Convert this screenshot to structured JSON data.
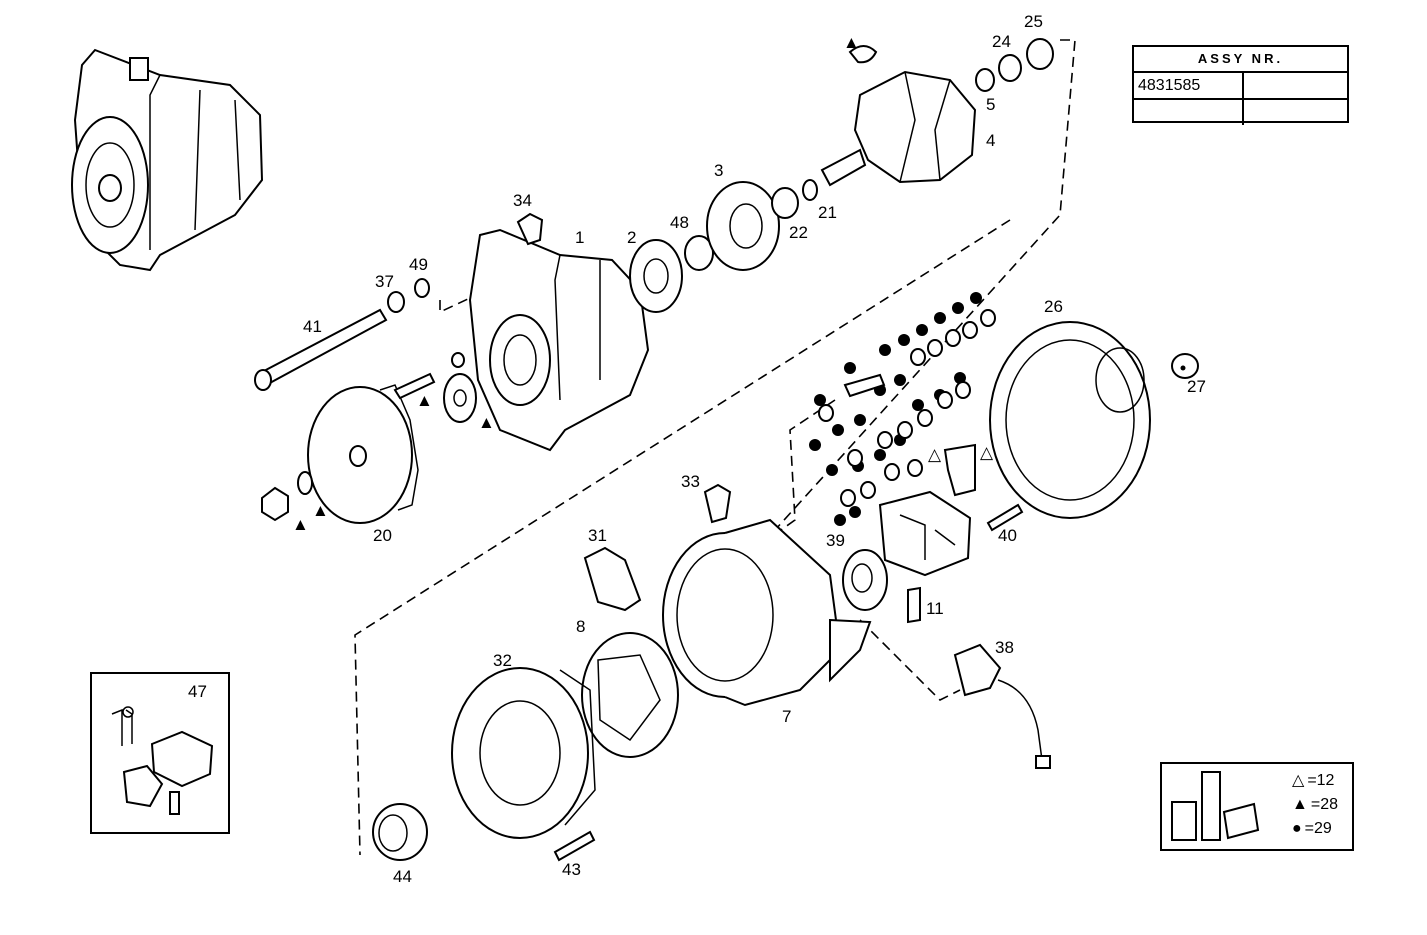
{
  "assembly_table": {
    "header": "ASSY NR.",
    "number": "4831585"
  },
  "legend": [
    {
      "symbol": "△",
      "value": "=12"
    },
    {
      "symbol": "▲",
      "value": "=28"
    },
    {
      "symbol": "●",
      "value": "=29"
    }
  ],
  "inset_label": "47",
  "callouts": {
    "c1": "1",
    "c2": "2",
    "c3": "3",
    "c4": "4",
    "c5": "5",
    "c7": "7",
    "c8": "8",
    "c11": "11",
    "c20": "20",
    "c21": "21",
    "c22": "22",
    "c24": "24",
    "c25": "25",
    "c26": "26",
    "c27": "27",
    "c31": "31",
    "c32": "32",
    "c33": "33",
    "c34": "34",
    "c37": "37",
    "c38": "38",
    "c39": "39",
    "c40": "40",
    "c41": "41",
    "c43": "43",
    "c44": "44",
    "c48": "48",
    "c49": "49"
  },
  "symbols": {
    "open_triangle": "△",
    "filled_triangle": "▲"
  }
}
